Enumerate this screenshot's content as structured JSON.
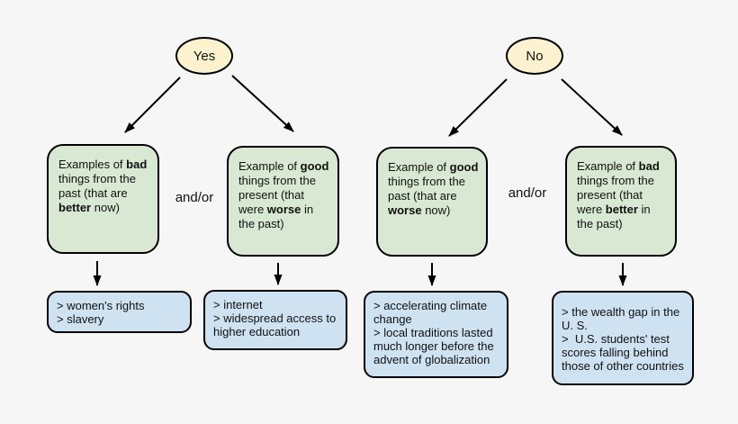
{
  "diagram": {
    "background_color": "#f6f6f6",
    "outline_color": "#000000",
    "text_color": "#111111",
    "decision_nodes": [
      {
        "label": "Yes",
        "fill": "#fcf2cf"
      },
      {
        "label": "No",
        "fill": "#fcf2cf"
      }
    ],
    "pair_connectors": [
      {
        "label": "and/or"
      },
      {
        "label": "and/or"
      }
    ],
    "category_boxes": [
      {
        "fill": "#d8e8d2",
        "segments": [
          {
            "text": "Examples of ",
            "bold": false
          },
          {
            "text": "bad",
            "bold": true
          },
          {
            "text": " things from the past (that are ",
            "bold": false
          },
          {
            "text": "better",
            "bold": true
          },
          {
            "text": " now)",
            "bold": false
          }
        ]
      },
      {
        "fill": "#d8e8d2",
        "segments": [
          {
            "text": "Example of ",
            "bold": false
          },
          {
            "text": "good",
            "bold": true
          },
          {
            "text": " things from the present (that were ",
            "bold": false
          },
          {
            "text": "worse",
            "bold": true
          },
          {
            "text": " in the past)",
            "bold": false
          }
        ]
      },
      {
        "fill": "#d8e8d2",
        "segments": [
          {
            "text": "Example of ",
            "bold": false
          },
          {
            "text": "good",
            "bold": true
          },
          {
            "text": " things from the past (that are ",
            "bold": false
          },
          {
            "text": "worse",
            "bold": true
          },
          {
            "text": " now)",
            "bold": false
          }
        ]
      },
      {
        "fill": "#d8e8d2",
        "segments": [
          {
            "text": "Example of ",
            "bold": false
          },
          {
            "text": "bad",
            "bold": true
          },
          {
            "text": " things from the present (that were ",
            "bold": false
          },
          {
            "text": "better",
            "bold": true
          },
          {
            "text": " in the past)",
            "bold": false
          }
        ]
      }
    ],
    "example_boxes": [
      {
        "fill": "#cee2f2",
        "items": [
          "> women's rights",
          "> slavery"
        ]
      },
      {
        "fill": "#cee2f2",
        "items": [
          "> internet",
          "> widespread access to higher education"
        ]
      },
      {
        "fill": "#cee2f2",
        "items": [
          "> accelerating climate change",
          "> local traditions lasted much longer before the advent of globalization"
        ]
      },
      {
        "fill": "#cee2f2",
        "items": [
          "> the wealth gap in the U. S.",
          ">  U.S. students' test scores falling behind those of other countries"
        ]
      }
    ]
  }
}
